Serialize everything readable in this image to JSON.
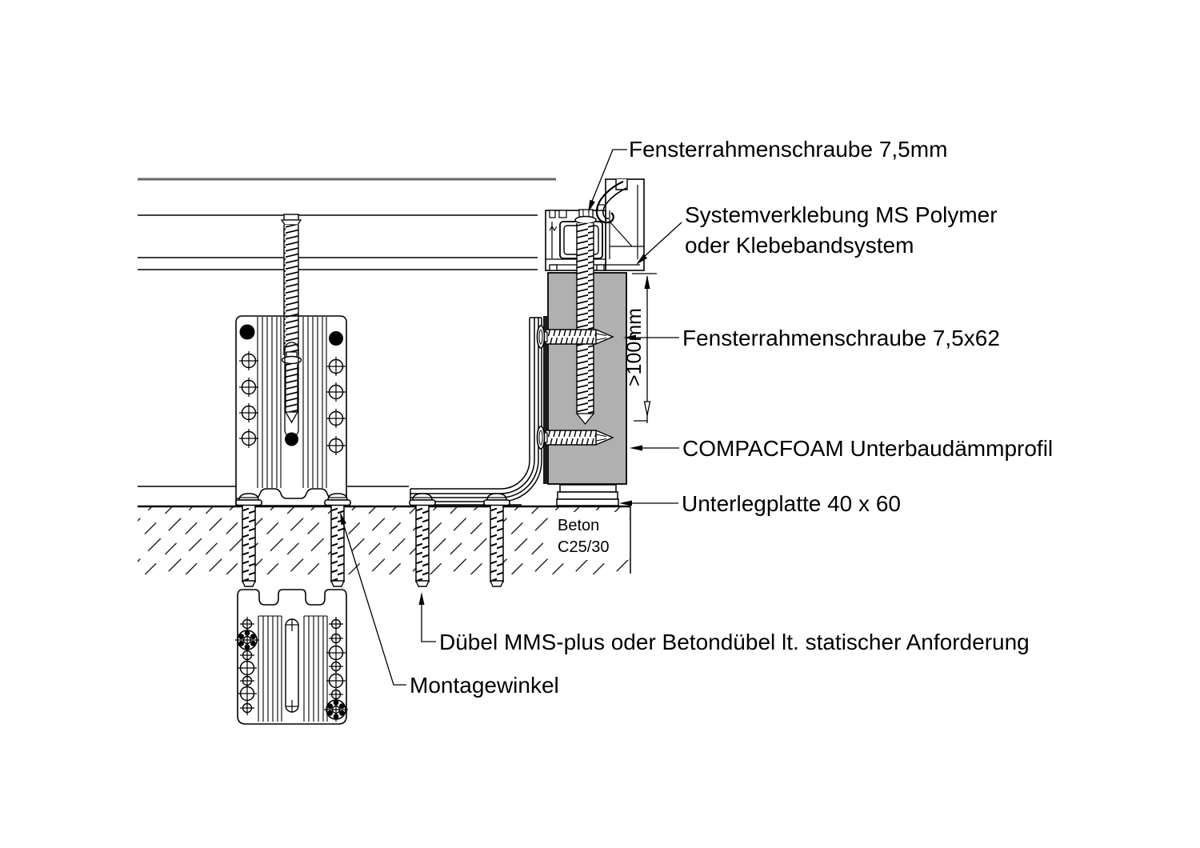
{
  "drawing": {
    "type": "technical-section-detail",
    "labels": {
      "screw_top": "Fensterrahmenschraube 7,5mm",
      "adhesive_line1": "Systemverklebung MS Polymer",
      "adhesive_line2": "oder Klebebandsystem",
      "screw_side": "Fensterrahmenschraube 7,5x62",
      "dimension_height": ">100mm",
      "foam_profile": "COMPACFOAM Unterbaudämmprofil",
      "shim_plate": "Unterlegplatte 40 x 60",
      "concrete_line1": "Beton",
      "concrete_line2": "C25/30",
      "anchor": "Dübel MMS-plus oder Betondübel lt. statischer Anforderung",
      "bracket": "Montagewinkel"
    },
    "colors": {
      "line": "#000000",
      "thick_top_line": "#666666",
      "foam_fill": "#b0b0b0",
      "adhesive_fill": "#1c1c1c",
      "background": "#ffffff"
    }
  }
}
